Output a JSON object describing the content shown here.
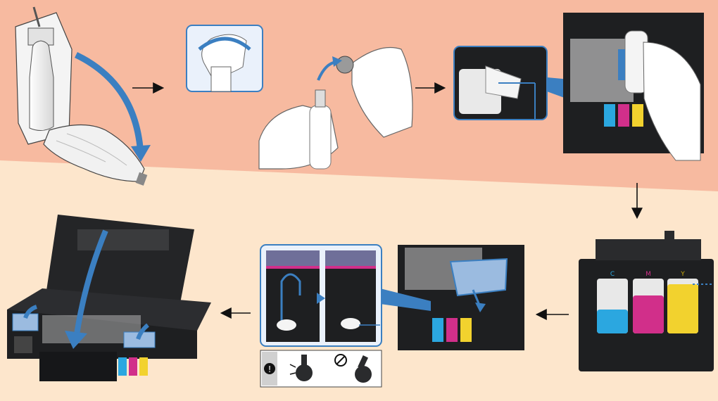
{
  "diagram": {
    "background": {
      "top": "#f7baa0",
      "bottom": "#fde6cc"
    },
    "colors": {
      "accent_blue": "#3b7fc1",
      "printer_dark": "#1e1f21",
      "panel_border": "#3b7fc1",
      "panel_fill": "#eaf1fb",
      "ink_cyan": "#2ba7e0",
      "ink_magenta": "#d12f8a",
      "ink_yellow": "#f2d22e"
    },
    "icons": [
      "ink-bottle-bag-icon",
      "open-bag-icon",
      "twist-cap-icon",
      "remove-cap-icon",
      "tank-cap-closeup-icon",
      "insert-bottle-icon",
      "ink-tanks-front-icon",
      "close-tank-cover-icon",
      "cap-seated-icon",
      "close-scanner-unit-icon",
      "warning-icon",
      "prohibited-icon"
    ],
    "ink_tank_labels": [
      "C",
      "M",
      "Y"
    ]
  }
}
